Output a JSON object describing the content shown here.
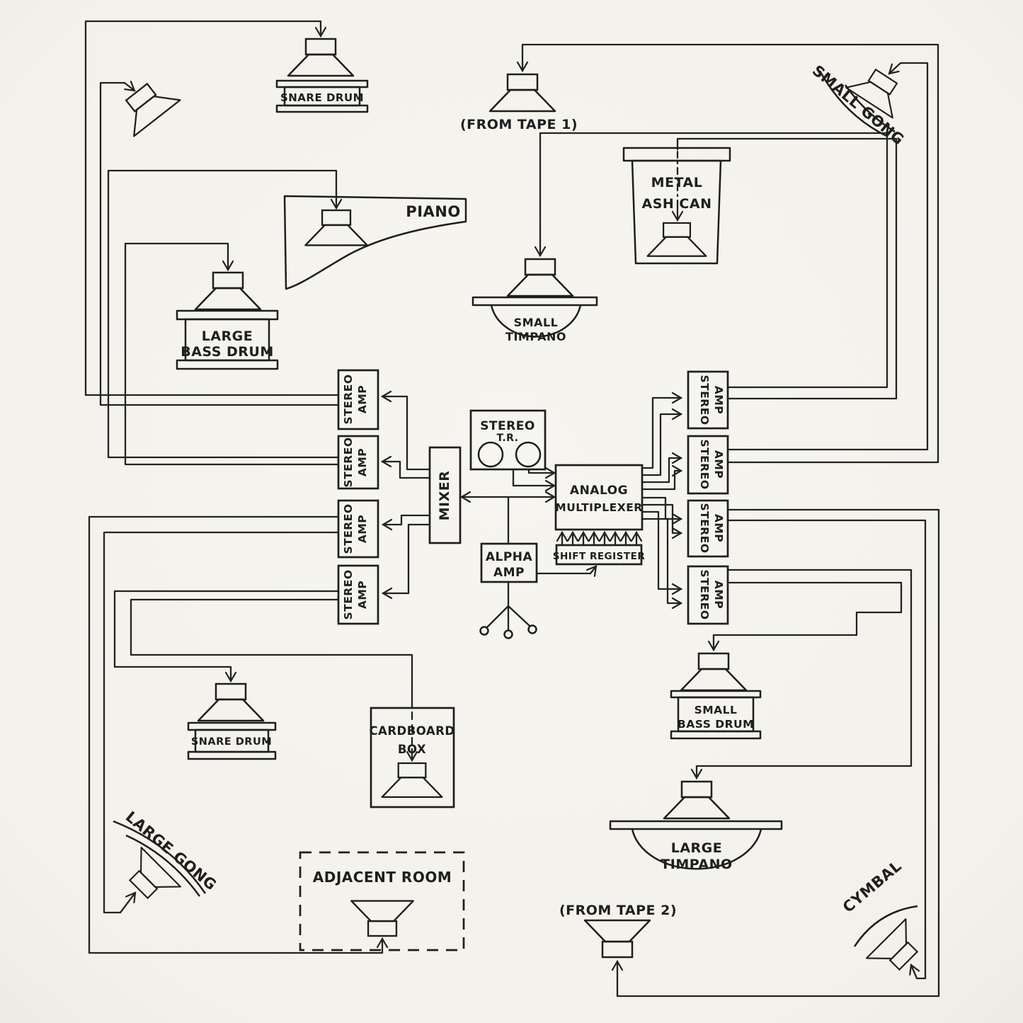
{
  "colors": {
    "paper": "#f4f2ec",
    "ink": "#1e1e1e"
  },
  "center": {
    "mixer": "MIXER",
    "stereo_tr_line1": "STEREO",
    "stereo_tr_line2": "T.R.",
    "analog_mux_line1": "ANALOG",
    "analog_mux_line2": "MULTIPLEXER",
    "shift_register": "SHIFT REGISTER",
    "alpha_amp_line1": "ALPHA",
    "alpha_amp_line2": "AMP",
    "stereo_amp_line1": "STEREO",
    "stereo_amp_line2": "AMP"
  },
  "instruments": {
    "snare_drum_top": "SNARE DRUM",
    "piano": "PIANO",
    "large_bass_drum_line1": "LARGE",
    "large_bass_drum_line2": "BASS DRUM",
    "metal_ash_can_line1": "METAL",
    "metal_ash_can_line2": "ASH CAN",
    "small_timpano_line1": "SMALL",
    "small_timpano_line2": "TIMPANO",
    "small_gong": "SMALL GONG",
    "from_tape_1": "(FROM TAPE 1)",
    "snare_drum_bottom": "SNARE DRUM",
    "cardboard_box_line1": "CARDBOARD",
    "cardboard_box_line2": "BOX",
    "large_gong": "LARGE GONG",
    "adjacent_room": "ADJACENT ROOM",
    "small_bass_drum_line1": "SMALL",
    "small_bass_drum_line2": "BASS DRUM",
    "large_timpano_line1": "LARGE",
    "large_timpano_line2": "TIMPANO",
    "from_tape_2": "(FROM TAPE 2)",
    "cymbal": "CYMBAL"
  }
}
